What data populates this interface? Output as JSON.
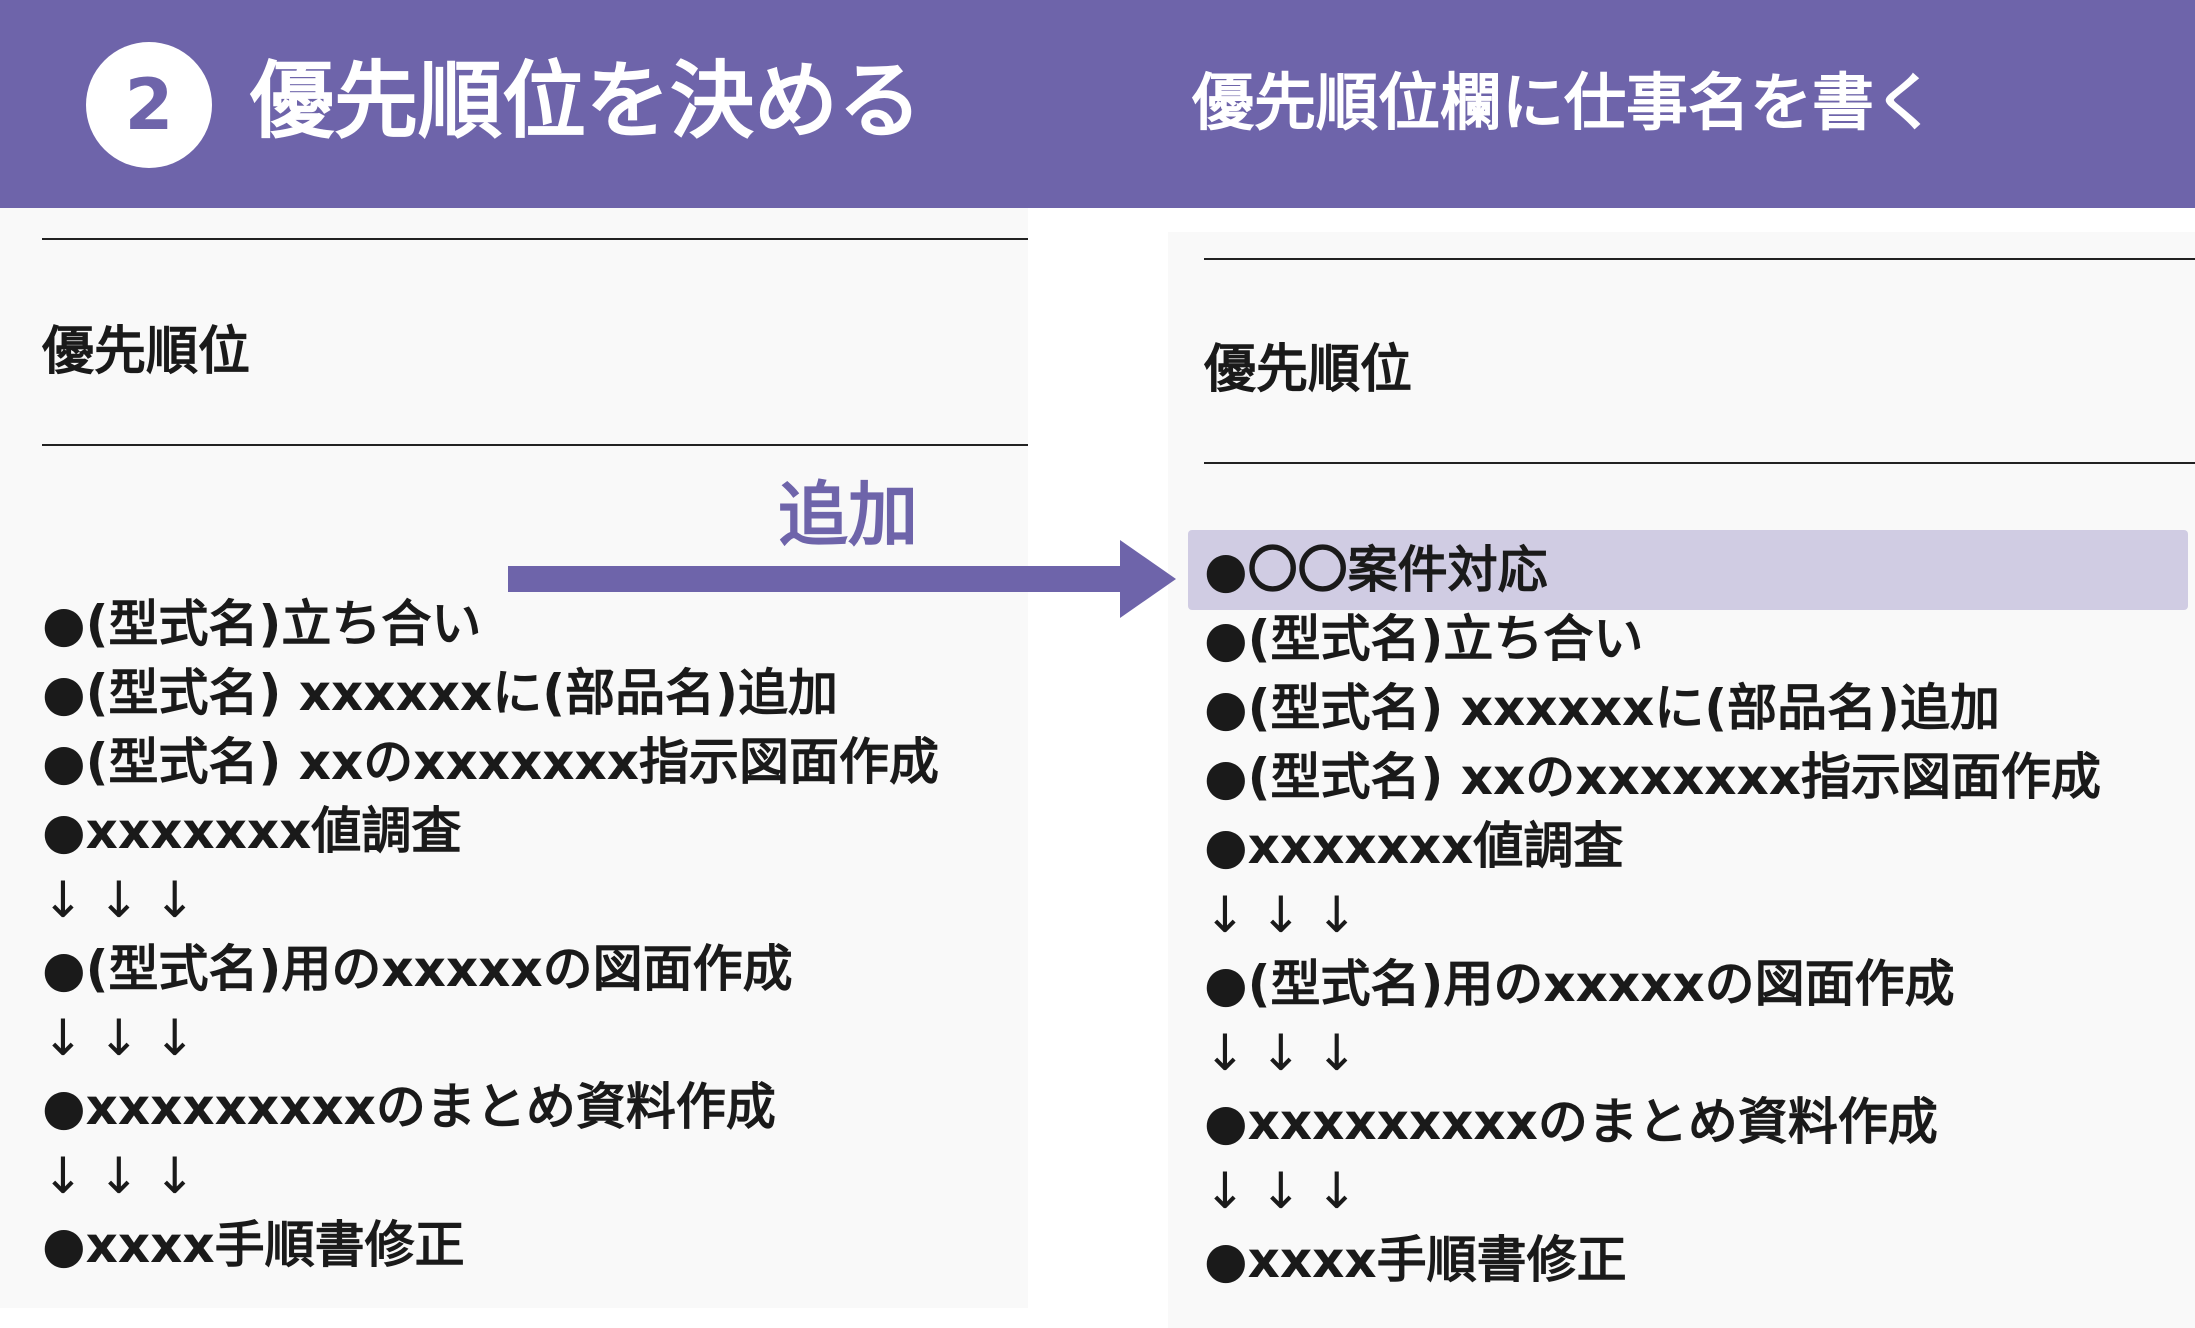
{
  "colors": {
    "accent": "#6e64aa",
    "highlight": "#d0cce3"
  },
  "header": {
    "step_number": "2",
    "title": "優先順位を決める",
    "subtitle": "優先順位欄に仕事名を書く"
  },
  "before": {
    "section_label": "優先順位",
    "items": [
      "●(型式名)立ち合い",
      "●(型式名) xxxxxxに(部品名)追加",
      "●(型式名) xxのxxxxxxx指示図面作成",
      "●xxxxxxx値調査",
      "↓↓↓",
      "●(型式名)用のxxxxxの図面作成",
      "↓↓↓",
      "●xxxxxxxxxのまとめ資料作成",
      "↓↓↓",
      "●xxxx手順書修正"
    ]
  },
  "add_arrow": {
    "label": "追加",
    "arrow_icon": "right-arrow-icon"
  },
  "after": {
    "section_label": "優先順位",
    "added_item": "●〇〇案件対応",
    "items": [
      "●(型式名)立ち合い",
      "●(型式名) xxxxxxに(部品名)追加",
      "●(型式名) xxのxxxxxxx指示図面作成",
      "●xxxxxxx値調査",
      "↓↓↓",
      "●(型式名)用のxxxxxの図面作成",
      "↓↓↓",
      "●xxxxxxxxxのまとめ資料作成",
      "↓↓↓",
      "●xxxx手順書修正"
    ]
  }
}
